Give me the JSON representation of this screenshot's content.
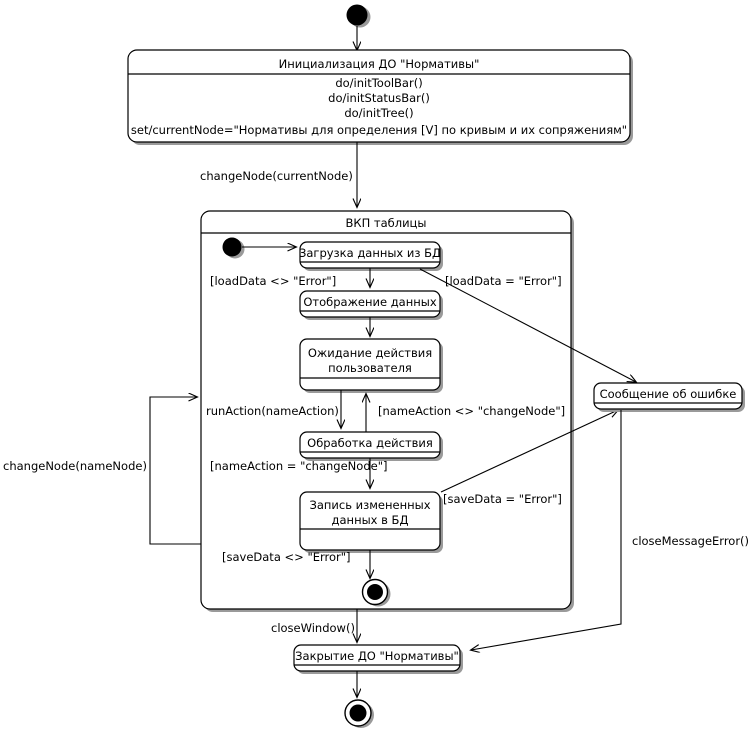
{
  "diagram": {
    "type": "uml-state-machine",
    "title": "",
    "background_color": "#ffffff",
    "line_color": "#000000",
    "shadow_color": "#9a9a9a"
  },
  "nodes": {
    "initial_start": {
      "kind": "initial-state",
      "label": ""
    },
    "init_state": {
      "kind": "state",
      "name": "Инициализация ДО \"Нормативы\"",
      "actions": [
        "do/initToolBar()",
        "do/initStatusBar()",
        "do/initTree()",
        "set/currentNode=\"Нормативы для определения [V] по кривым и их сопряжениям\""
      ]
    },
    "composite": {
      "kind": "composite-state",
      "name": "ВКП таблицы"
    },
    "inner_start": {
      "kind": "initial-state",
      "label": ""
    },
    "load_data": {
      "kind": "state",
      "name": "Загрузка данных из БД",
      "actions": []
    },
    "show_data": {
      "kind": "state",
      "name": "Отображение данных",
      "actions": []
    },
    "wait_action": {
      "kind": "state",
      "name_line1": "Ожидание действия",
      "name_line2": "пользователя",
      "actions": []
    },
    "process_action": {
      "kind": "state",
      "name": "Обработка действия",
      "actions": []
    },
    "save_data": {
      "kind": "state",
      "name_line1": "Запись измененных",
      "name_line2": "данных в БД",
      "actions": []
    },
    "inner_final": {
      "kind": "final-state",
      "label": ""
    },
    "error_message": {
      "kind": "state",
      "name": "Сообщение об ошибке",
      "actions": []
    },
    "close_state": {
      "kind": "state",
      "name": "Закрытие ДО \"Нормативы\"",
      "actions": []
    },
    "final_state": {
      "kind": "final-state",
      "label": ""
    }
  },
  "transitions": [
    {
      "id": "t-start-init",
      "from": "initial_start",
      "to": "init_state",
      "label": ""
    },
    {
      "id": "t-init-composite",
      "from": "init_state",
      "to": "composite",
      "label": "changeNode(currentNode)"
    },
    {
      "id": "t-innerstart-load",
      "from": "inner_start",
      "to": "load_data",
      "label": ""
    },
    {
      "id": "t-load-show",
      "from": "load_data",
      "to": "show_data",
      "label": "[loadData <> \"Error\"]"
    },
    {
      "id": "t-load-error",
      "from": "load_data",
      "to": "error_message",
      "label": "[loadData = \"Error\"]"
    },
    {
      "id": "t-show-wait",
      "from": "show_data",
      "to": "wait_action",
      "label": ""
    },
    {
      "id": "t-wait-process",
      "from": "wait_action",
      "to": "process_action",
      "label": "runAction(nameAction)"
    },
    {
      "id": "t-process-wait",
      "from": "process_action",
      "to": "wait_action",
      "label": "[nameAction <> \"changeNode\"]"
    },
    {
      "id": "t-process-save",
      "from": "process_action",
      "to": "save_data",
      "label": "[nameAction = \"changeNode\"]"
    },
    {
      "id": "t-save-error",
      "from": "save_data",
      "to": "error_message",
      "label": "[saveData = \"Error\"]"
    },
    {
      "id": "t-save-final",
      "from": "save_data",
      "to": "inner_final",
      "label": "[saveData <> \"Error\"]"
    },
    {
      "id": "t-loop-changenode",
      "from": "composite",
      "to": "composite",
      "label": "changeNode(nameNode)"
    },
    {
      "id": "t-composite-close",
      "from": "composite",
      "to": "close_state",
      "label": "closeWindow()"
    },
    {
      "id": "t-error-close",
      "from": "error_message",
      "to": "close_state",
      "label": "closeMessageError()"
    },
    {
      "id": "t-close-final",
      "from": "close_state",
      "to": "final_state",
      "label": ""
    }
  ],
  "labels": {
    "change_node_current": "changeNode(currentNode)",
    "change_node_name": "changeNode(nameNode)",
    "load_ok": "[loadData <> \"Error\"]",
    "load_err": "[loadData = \"Error\"]",
    "run_action": "runAction(nameAction)",
    "name_action_ne": "[nameAction <> \"changeNode\"]",
    "name_action_eq": "[nameAction = \"changeNode\"]",
    "save_err": "[saveData = \"Error\"]",
    "save_ok": "[saveData <> \"Error\"]",
    "close_window": "closeWindow()",
    "close_message_error": "closeMessageError()"
  }
}
